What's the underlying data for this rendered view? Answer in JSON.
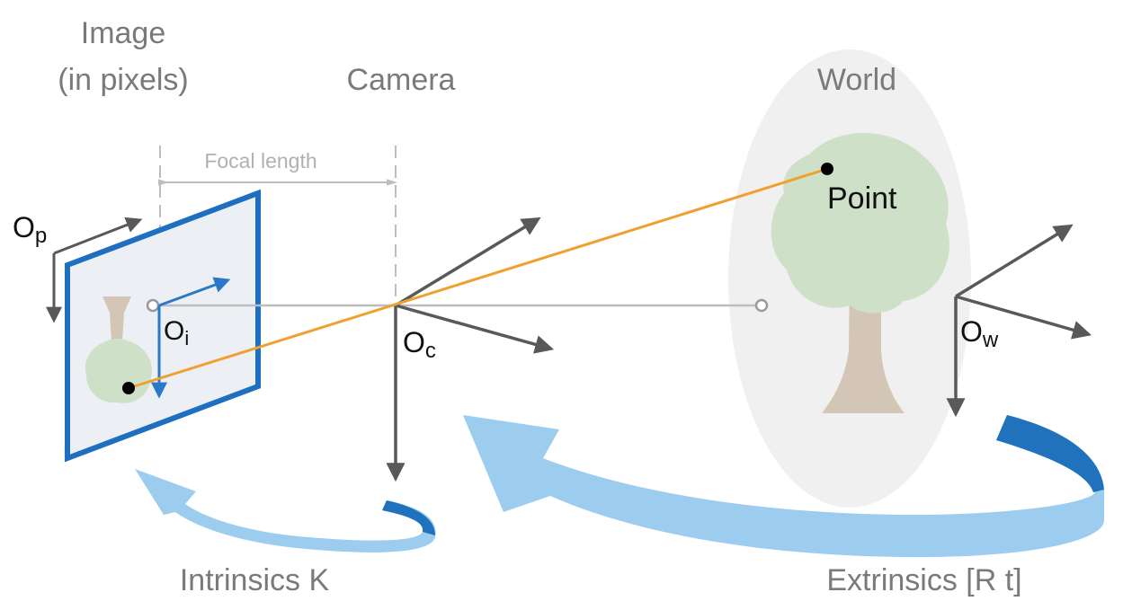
{
  "labels": {
    "image_line1": "Image",
    "image_line2": "(in pixels)",
    "camera": "Camera",
    "world": "World",
    "focal_length": "Focal length",
    "point": "Point",
    "o_p_base": "O",
    "o_p_sub": "p",
    "o_i_base": "O",
    "o_i_sub": "i",
    "o_c_base": "O",
    "o_c_sub": "c",
    "o_w_base": "O",
    "o_w_sub": "w",
    "intrinsics": "Intrinsics K",
    "extrinsics": "Extrinsics [R t]"
  },
  "colors": {
    "label_gray": "#7a7a7a",
    "light_gray": "#bdbdbd",
    "axis_gray": "#595959",
    "image_plane_border": "#1e6fc0",
    "image_plane_fill": "#eceff4",
    "image_axis_blue": "#2a78c8",
    "ray_orange": "#f0a030",
    "tree_foliage": "#cfe0c8",
    "tree_trunk": "#d4c6b6",
    "world_ellipse": "#f0f0f0",
    "arrow_light_blue": "#9ccdef",
    "arrow_dark_blue": "#1f72bb"
  }
}
